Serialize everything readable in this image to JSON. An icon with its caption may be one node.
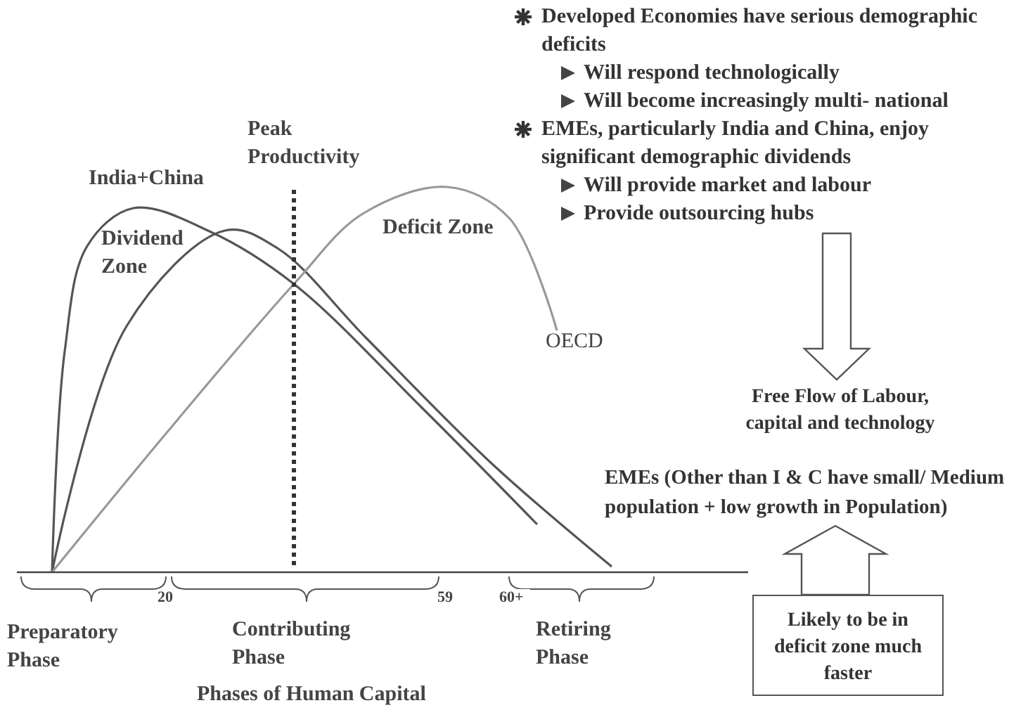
{
  "diagram": {
    "nodes": [
      {
        "text": [
          "Developed Economies have serious demographic deficits",
          "Will respond technologically",
          "Will become increasingly multi- national",
          "EMEs, particularly India and China, enjoy significant demographic dividends",
          "Will provide market and labour",
          "Provide outsourcing hubs"
        ]
      },
      {
        "text": [
          "Free Flow of Labour, capital and technology"
        ]
      },
      {
        "text": [
          "EMEs (Other than I & C have small/ Medium population + low growth in Population)"
        ]
      },
      {
        "text": [
          "Likely to be in deficit zone much faster"
        ]
      }
    ],
    "edges": [
      {
        "from": 0,
        "to": 1,
        "arrow": "to"
      },
      {
        "from": 3,
        "to": 2,
        "arrow": "to"
      }
    ],
    "labels": [
      "Peak Productivity",
      "India+China",
      "Dividend Zone",
      "Deficit Zone",
      "OECD",
      "20",
      "59",
      "60+",
      "Preparatory Phase",
      "Contributing Phase",
      "Retiring Phase",
      "Phases of Human Capital"
    ]
  }
}
